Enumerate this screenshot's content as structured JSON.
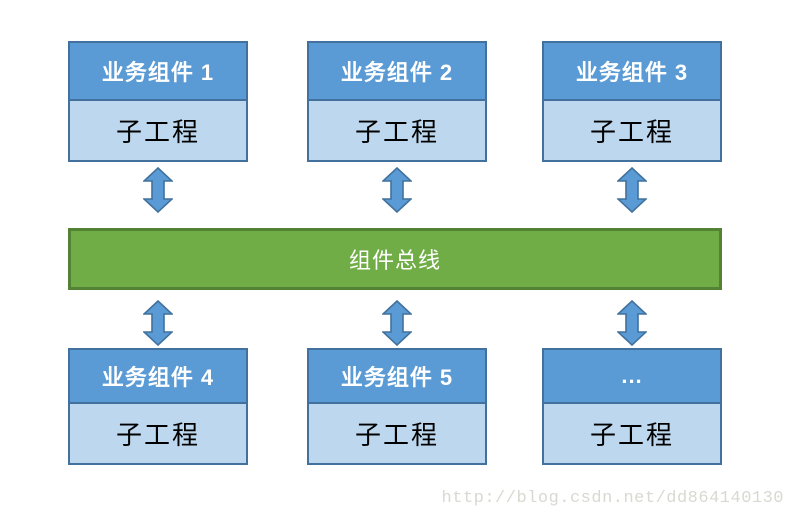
{
  "page": {
    "background": "#FFFFFF"
  },
  "diagram": {
    "top_modules": [
      {
        "header": "业务组件 1",
        "body": "子工程"
      },
      {
        "header": "业务组件 2",
        "body": "子工程"
      },
      {
        "header": "业务组件 3",
        "body": "子工程"
      }
    ],
    "bus": {
      "label": "组件总线"
    },
    "bottom_modules": [
      {
        "header": "业务组件 4",
        "body": "子工程"
      },
      {
        "header": "业务组件 5",
        "body": "子工程"
      },
      {
        "header": "...",
        "body": "子工程"
      }
    ]
  },
  "icons": {
    "bidirectional_arrow": "⇕"
  },
  "watermark": {
    "text": "http://blog.csdn.net/dd864140130"
  },
  "colors": {
    "page_background": "#FFFFFF",
    "module_header_fill": "#5B9BD5",
    "module_body_fill": "#BDD7EE",
    "module_border": "#41719C",
    "bus_fill": "#70AD47",
    "bus_border": "#548235",
    "arrow_fill": "#5B9BD5",
    "arrow_border": "#41719C",
    "header_text": "#FFFFFF",
    "body_text": "#000000",
    "watermark_text": "#D9D9D1"
  }
}
